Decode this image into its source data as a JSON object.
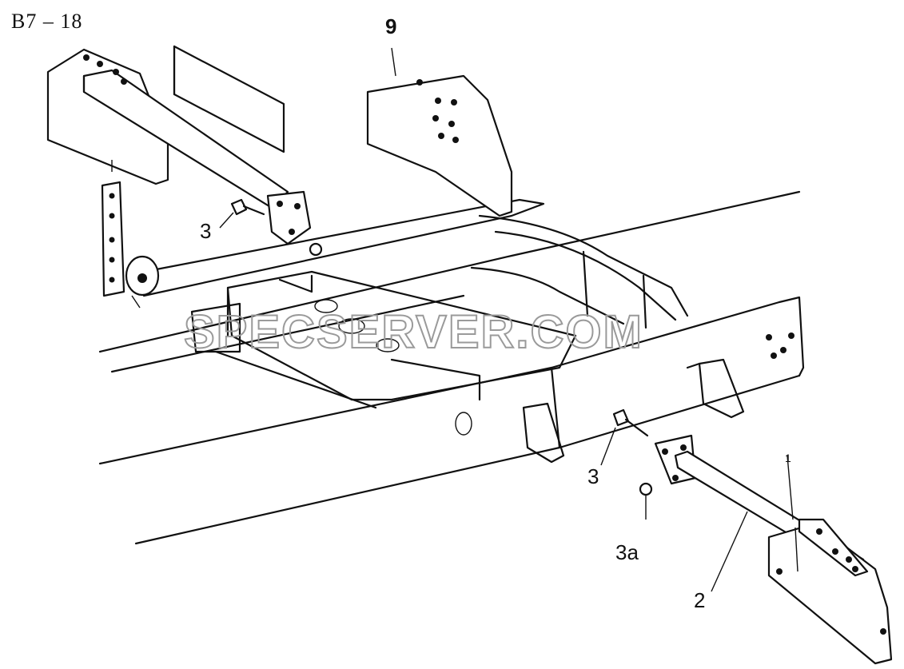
{
  "page_code": "B7 – 18",
  "callouts": {
    "c1": "1",
    "c2": "2",
    "c3_top": "3",
    "c3_bottom": "3",
    "c3a": "3a",
    "c9": "9"
  },
  "watermark": "SPECSERVER.COM",
  "colors": {
    "line": "#111111",
    "background": "#ffffff",
    "watermark": "#9a9a9a"
  }
}
